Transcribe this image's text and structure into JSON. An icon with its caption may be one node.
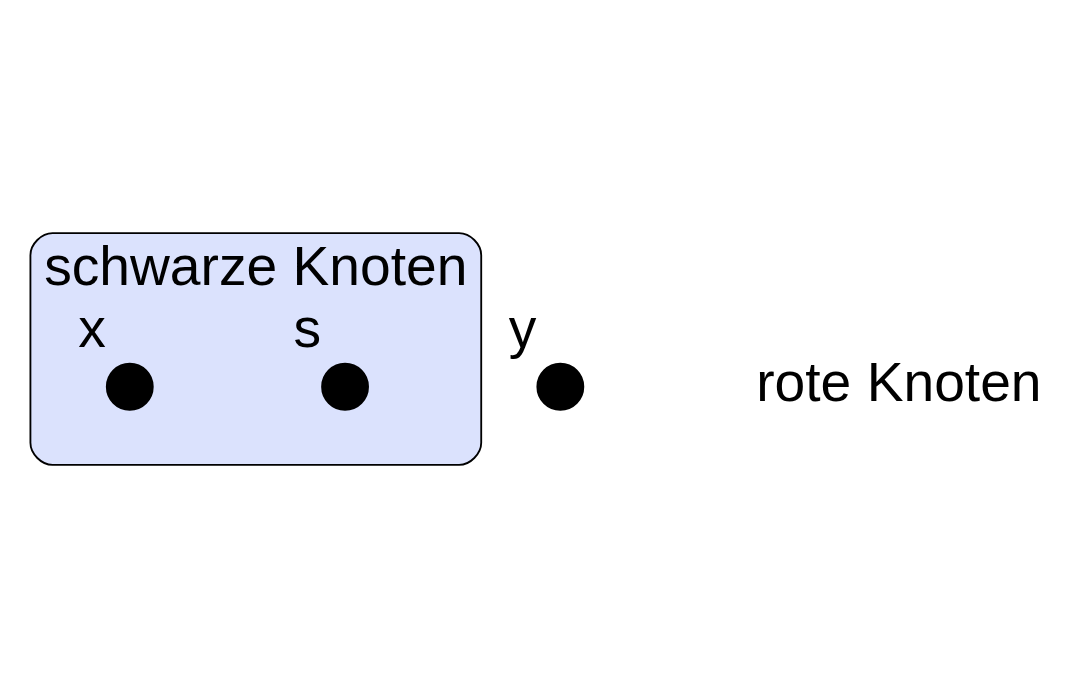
{
  "diagram": {
    "nodes": [
      {
        "text": [
          "schwarze Knoten"
        ]
      },
      {
        "text": [],
        "shape": "circle",
        "beside": [
          "s"
        ],
        "in": 0
      },
      {
        "text": [],
        "shape": "circle",
        "beside": [
          "x"
        ],
        "in": 0
      },
      {
        "text": [],
        "shape": "circle",
        "beside": [
          "y"
        ]
      }
    ],
    "labels": [
      "rote Knoten"
    ]
  }
}
